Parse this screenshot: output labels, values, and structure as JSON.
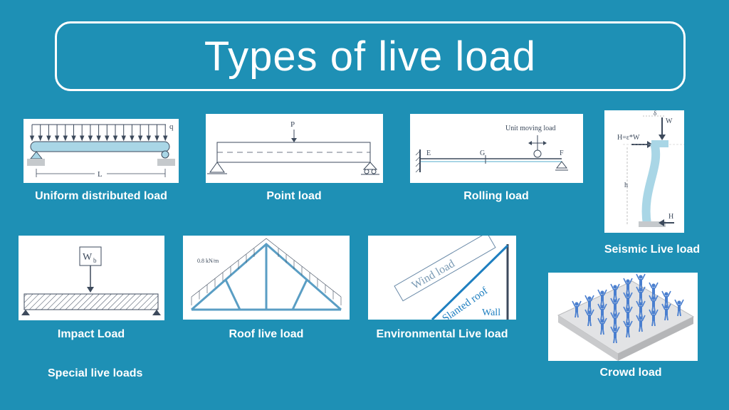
{
  "title": "Types of live load",
  "colors": {
    "background": "#1e90b5",
    "panel": "#ffffff",
    "diagram_ink": "#3d4a5c",
    "structure_fill": "#a9d6e6",
    "crowd_figures": "#4a7fcf"
  },
  "cards": [
    {
      "id": "uniform-distributed-load",
      "label": "Uniform distributed load",
      "diagram_text": {
        "load_symbol": "q",
        "span_symbol": "L"
      }
    },
    {
      "id": "point-load",
      "label": "Point load",
      "diagram_text": {
        "load_symbol": "P"
      }
    },
    {
      "id": "rolling-load",
      "label": "Rolling load",
      "diagram_text": {
        "moving_load_label": "Unit moving load",
        "point_e": "E",
        "point_g": "G",
        "point_f": "F"
      }
    },
    {
      "id": "seismic-live-load",
      "label": "Seismic Live load",
      "diagram_text": {
        "delta": "δ",
        "weight": "W",
        "horizontal_force_eq": "H=ε*W",
        "height": "h",
        "base_force": "H"
      }
    },
    {
      "id": "impact-load",
      "label": "Impact Load",
      "diagram_text": {
        "weight_main": "W",
        "weight_sub": "b"
      }
    },
    {
      "id": "roof-live-load",
      "label": "Roof live load",
      "diagram_text": {
        "intensity": "0.8 kN/m"
      }
    },
    {
      "id": "environmental-live-load",
      "label": "Environmental Live load",
      "diagram_text": {
        "wind": "Wind load",
        "roof": "Slanted roof",
        "wall": "Wall"
      }
    },
    {
      "id": "crowd-load",
      "label": "Crowd load",
      "diagram_text": {}
    }
  ],
  "footer_label": "Special live loads"
}
